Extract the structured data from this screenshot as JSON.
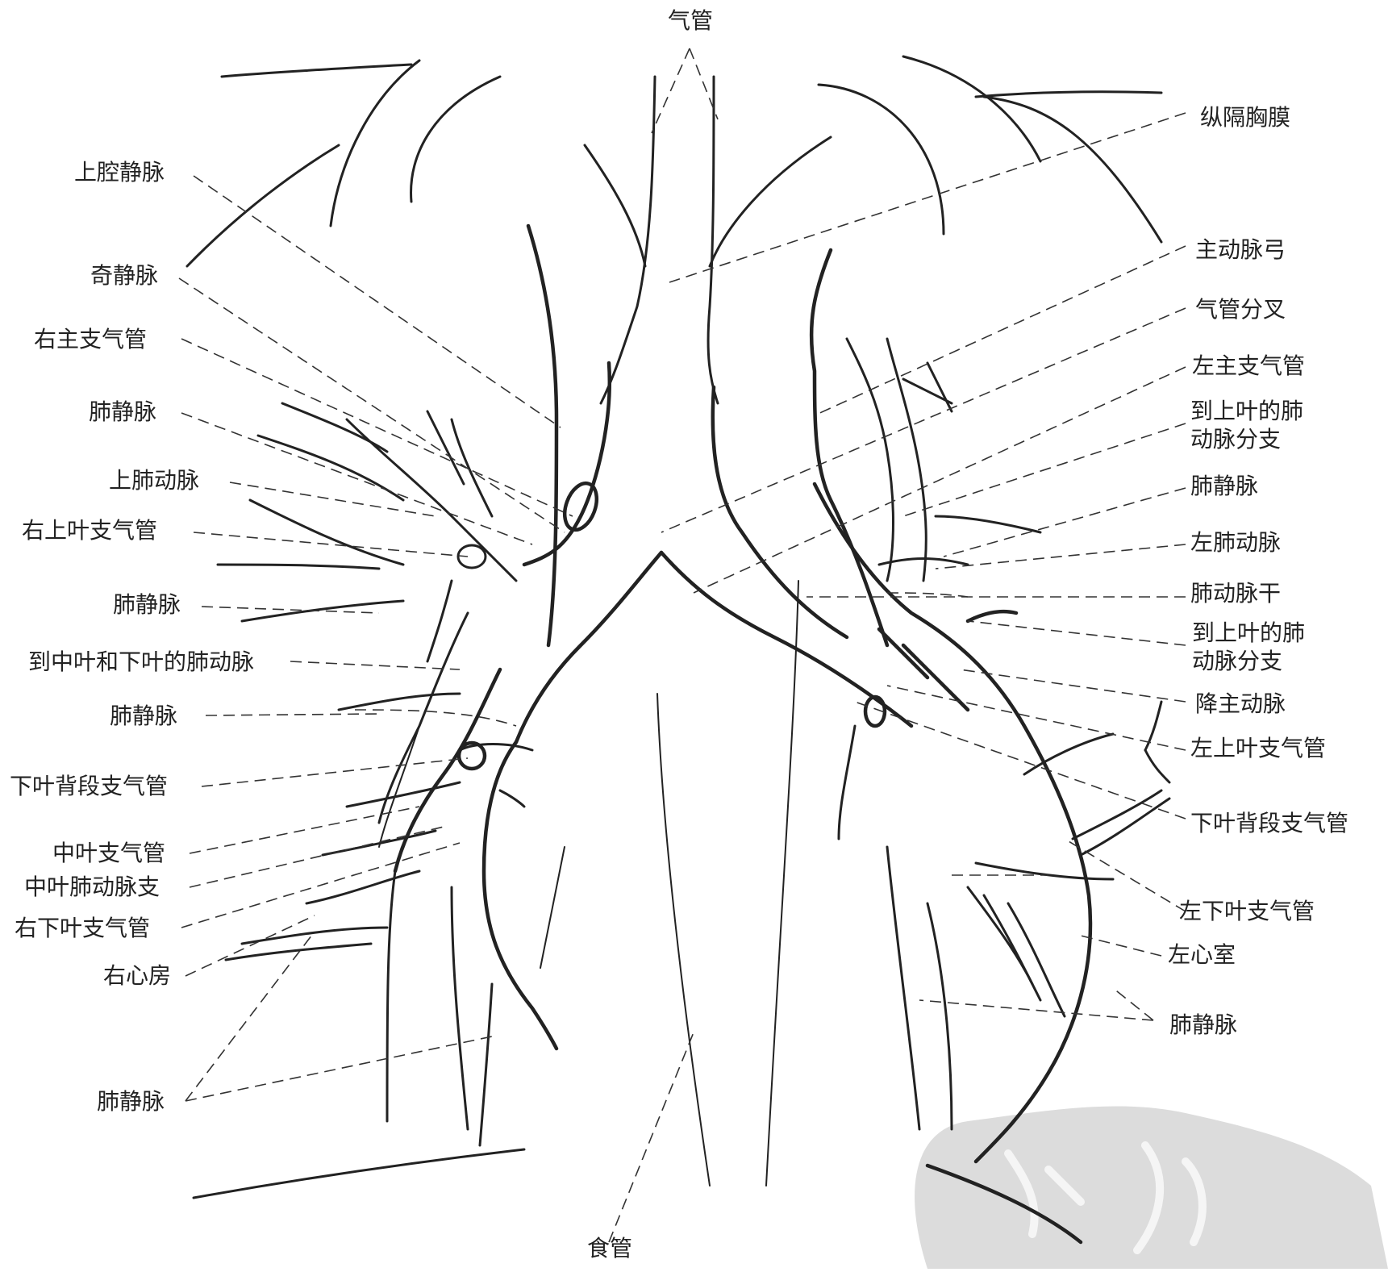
{
  "labels": {
    "top": "气管",
    "bottom": "食管",
    "left": [
      "上腔静脉",
      "奇静脉",
      "右主支气管",
      "肺静脉",
      "上肺动脉",
      "右上叶支气管",
      "肺静脉",
      "到中叶和下叶的肺动脉",
      "肺静脉",
      "下叶背段支气管",
      "中叶支气管",
      "中叶肺动脉支",
      "右下叶支气管",
      "右心房",
      "肺静脉"
    ],
    "right": [
      "纵隔胸膜",
      "主动脉弓",
      "气管分叉",
      "左主支气管",
      "到上叶的肺\n动脉分支",
      "肺静脉",
      "左肺动脉",
      "肺动脉干",
      "到上叶的肺\n动脉分支",
      "降主动脉",
      "左上叶支气管",
      "下叶背段支气管",
      "左下叶支气管",
      "左心室",
      "肺静脉"
    ]
  },
  "watermark": {
    "color": "#d9d9d9"
  }
}
